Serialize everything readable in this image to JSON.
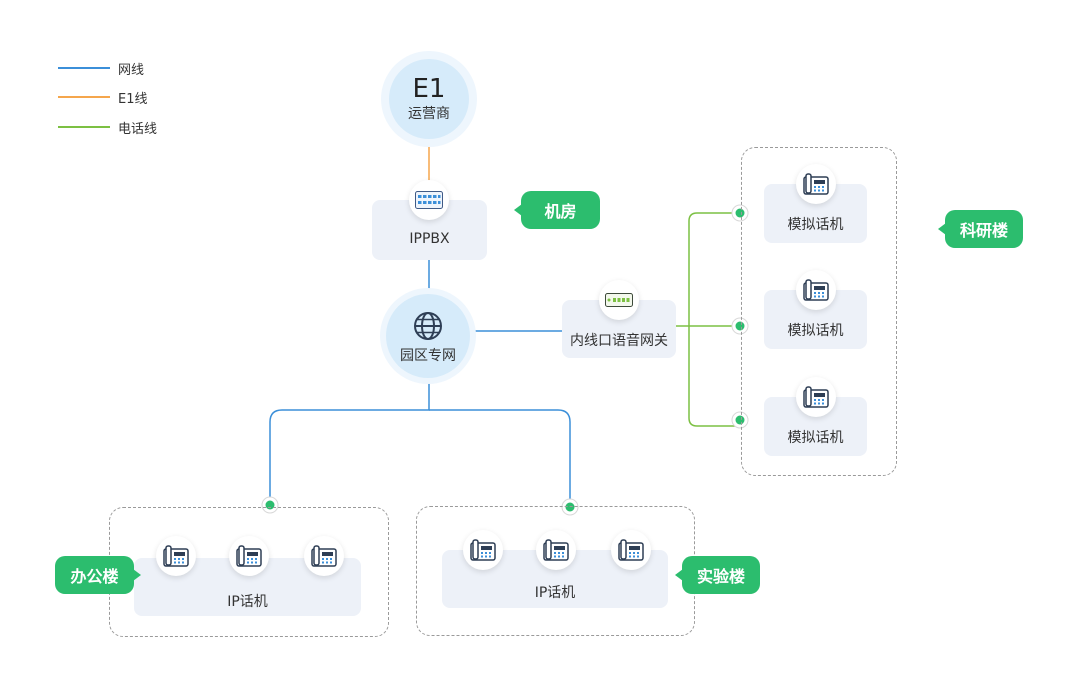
{
  "legend": [
    {
      "label": "网线",
      "color": "#3b8fd9"
    },
    {
      "label": "E1线",
      "color": "#f5a64c"
    },
    {
      "label": "电话线",
      "color": "#7cc043"
    }
  ],
  "nodes": {
    "carrier": {
      "title": "E1",
      "label": "运营商"
    },
    "ippbx": {
      "label": "IPPBX",
      "icon": "switch-icon"
    },
    "campus": {
      "label": "园区专网",
      "icon": "globe-icon"
    },
    "gateway": {
      "label": "内线口语音网关",
      "icon": "voice-gateway-icon"
    },
    "analog_phones": [
      {
        "label": "模拟话机",
        "icon": "desk-phone-icon"
      },
      {
        "label": "模拟话机",
        "icon": "desk-phone-icon"
      },
      {
        "label": "模拟话机",
        "icon": "desk-phone-icon"
      }
    ],
    "office_phones": {
      "label": "IP话机",
      "icon": "ip-phone-icon"
    },
    "lab_phones": {
      "label": "IP话机",
      "icon": "ip-phone-icon"
    }
  },
  "areas": {
    "server_room": "机房",
    "research": "科研楼",
    "office": "办公楼",
    "lab": "实验楼"
  },
  "colors": {
    "network_line": "#3b8fd9",
    "e1_line": "#f5a64c",
    "phone_line": "#7cc043",
    "tag_green": "#2cbd6e"
  }
}
